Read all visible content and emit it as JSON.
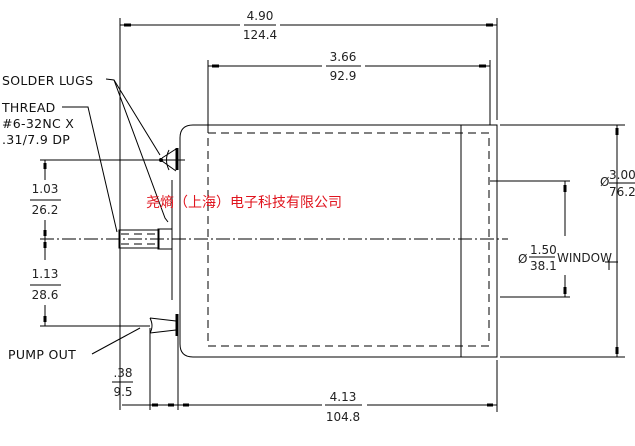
{
  "drawing": {
    "labels": {
      "solder_lugs": "SOLDER LUGS",
      "thread_line1": "THREAD",
      "thread_line2": "#6-32NC X",
      "thread_line3": ".31/7.9 DP",
      "pump_out": "PUMP OUT",
      "window": "WINDOW",
      "diameter_symbol": "Ø"
    },
    "dimensions": {
      "overall_length": {
        "inch": "4.90",
        "mm": "124.4"
      },
      "window_length": {
        "inch": "3.66",
        "mm": "92.9"
      },
      "body_length": {
        "inch": "4.13",
        "mm": "104.8"
      },
      "lug_offset": {
        "inch": "1.03",
        "mm": "26.2"
      },
      "pump_offset": {
        "inch": "1.13",
        "mm": "28.6"
      },
      "flange_offset": {
        "inch": ".38",
        "mm": "9.5"
      },
      "outer_diameter": {
        "inch": "3.00",
        "mm": "76.2"
      },
      "window_diameter": {
        "inch": "1.50",
        "mm": "38.1"
      }
    },
    "watermark": "尧熵（上海）电子科技有限公司",
    "colors": {
      "line": "#000000",
      "watermark": "#e0141e",
      "background": "#ffffff"
    }
  }
}
